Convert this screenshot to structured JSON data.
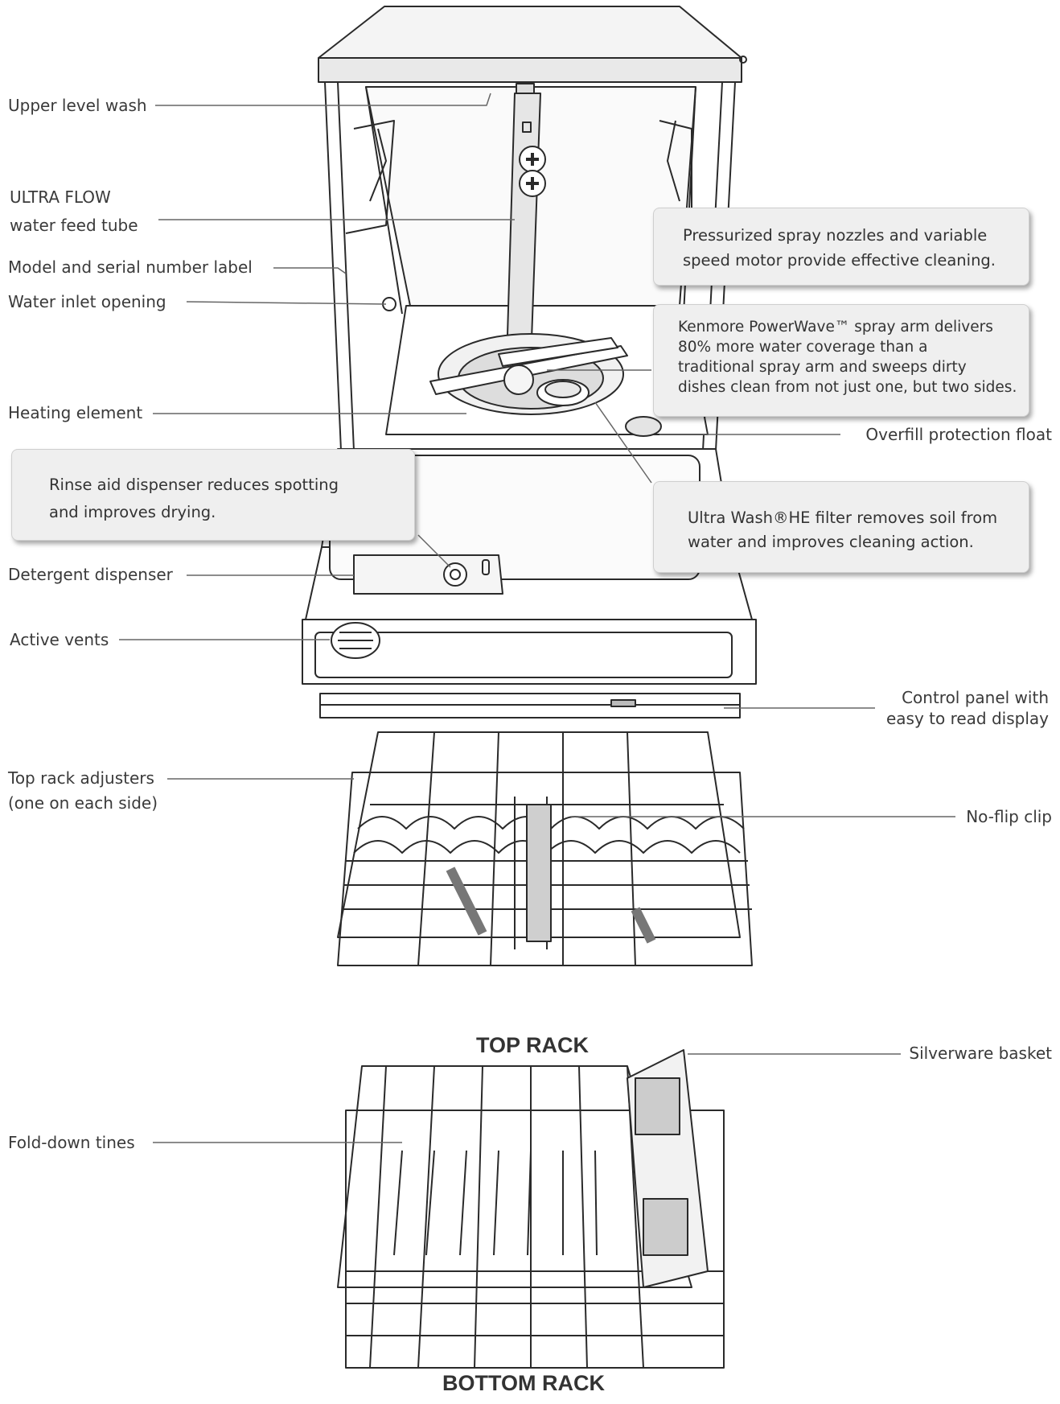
{
  "labels": {
    "upper_level_wash": "Upper level wash",
    "ultra_flow_1": "ULTRA FLOW",
    "ultra_flow_2": "water feed tube",
    "model_serial": "Model and serial number label",
    "water_inlet": "Water inlet opening",
    "heating_element": "Heating element",
    "overfill_float": "Overfill protection float",
    "detergent_dispenser": "Detergent dispenser",
    "active_vents": "Active vents",
    "control_panel_1": "Control panel with",
    "control_panel_2": "easy to read display",
    "top_rack_adjusters_1": "Top rack adjusters",
    "top_rack_adjusters_2": "(one on each side)",
    "no_flip_clip": "No-flip clip",
    "silverware_basket": "Silverware basket",
    "fold_down_tines": "Fold-down tines"
  },
  "callouts": {
    "spray_nozzles": [
      "Pressurized spray nozzles and variable",
      "speed motor provide effective cleaning."
    ],
    "powerwave": [
      "Kenmore PowerWave™ spray arm delivers",
      "80% more water coverage than a",
      "traditional spray arm and sweeps dirty",
      "dishes clean from not just one, but two sides."
    ],
    "rinse_aid": [
      "Rinse aid dispenser reduces spotting",
      "and improves drying."
    ],
    "ultra_wash": [
      "Ultra Wash®HE filter removes soil from",
      "water and improves cleaning action."
    ]
  },
  "rack_titles": {
    "top": "TOP RACK",
    "bottom": "BOTTOM RACK"
  }
}
